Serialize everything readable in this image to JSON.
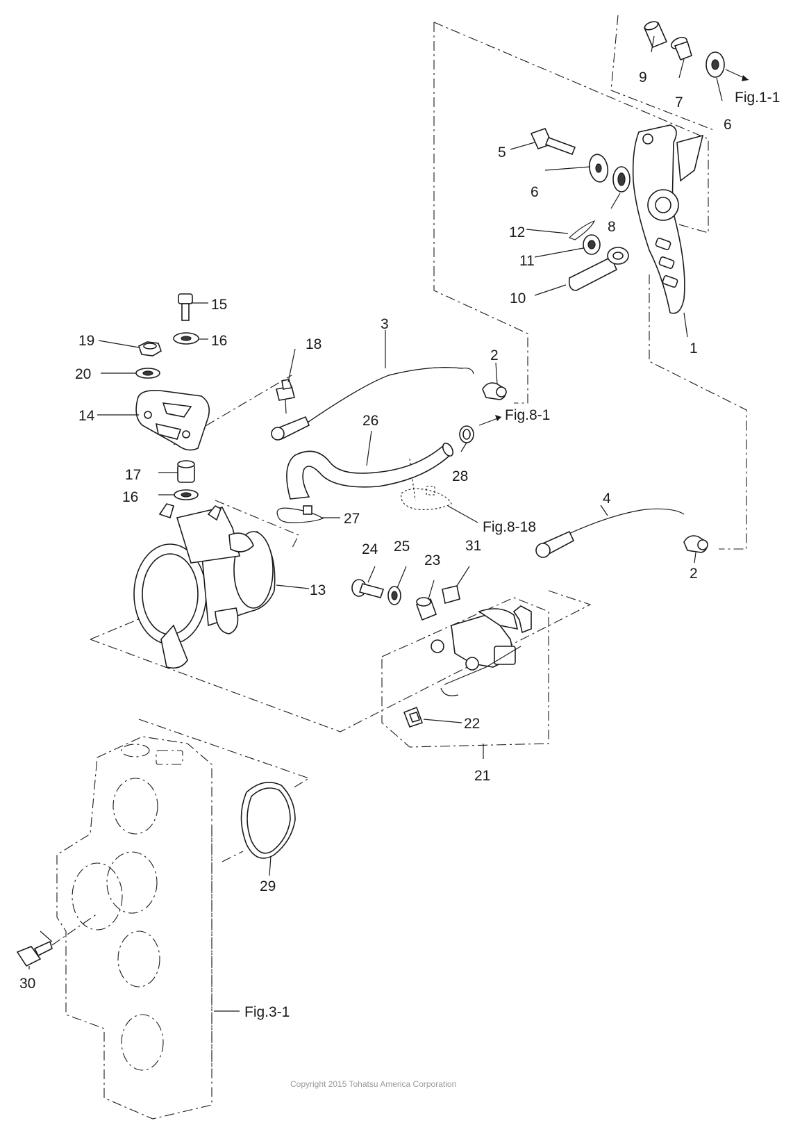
{
  "diagram": {
    "part_numbers": [
      "1",
      "2",
      "2",
      "3",
      "4",
      "5",
      "6",
      "6",
      "7",
      "8",
      "9",
      "10",
      "11",
      "12",
      "13",
      "14",
      "15",
      "16",
      "16",
      "17",
      "18",
      "19",
      "20",
      "21",
      "22",
      "23",
      "24",
      "25",
      "26",
      "27",
      "28",
      "29",
      "30",
      "31"
    ],
    "figure_refs": [
      "Fig.1-1",
      "Fig.8-1",
      "Fig.8-18",
      "Fig.3-1"
    ],
    "copyright": "Copyright 2015 Tohatsu America Corporation"
  }
}
